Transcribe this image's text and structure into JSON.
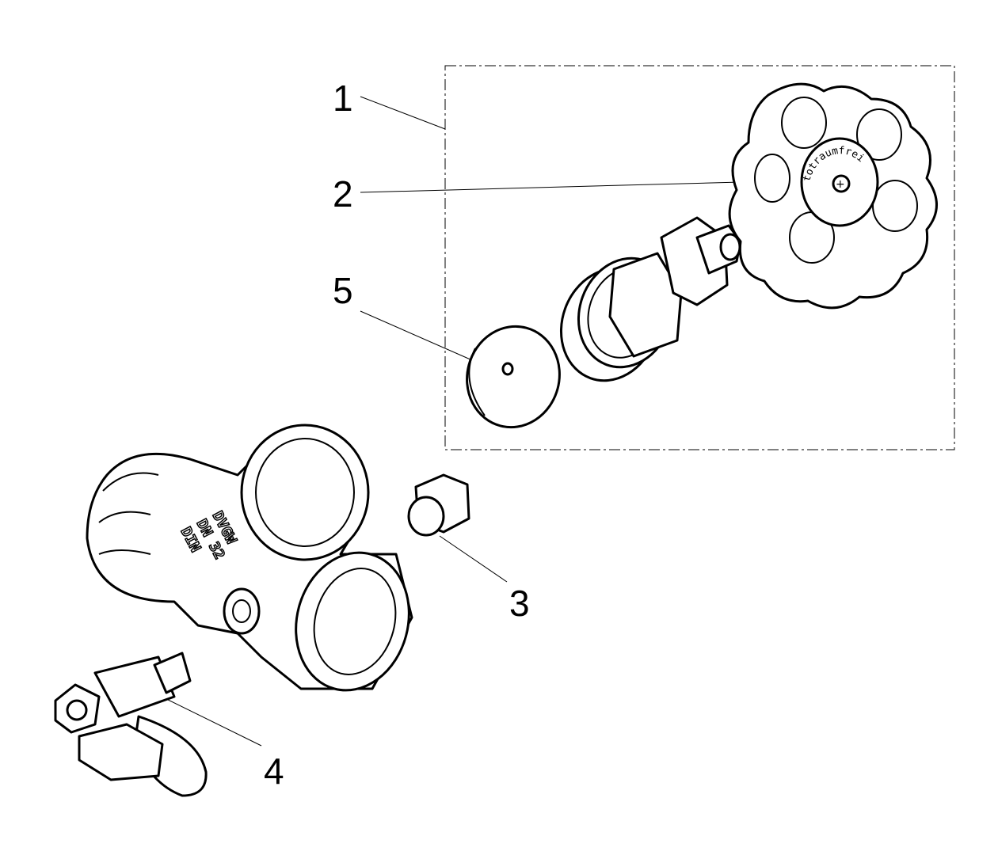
{
  "diagram": {
    "callouts": [
      {
        "id": "1",
        "label": "1"
      },
      {
        "id": "2",
        "label": "2"
      },
      {
        "id": "3",
        "label": "3"
      },
      {
        "id": "4",
        "label": "4"
      },
      {
        "id": "5",
        "label": "5"
      }
    ],
    "handwheel_text": "totraumfrei",
    "body_markings": [
      "DVGW",
      "DN 32",
      "DIN"
    ],
    "line_color": "#000000"
  }
}
